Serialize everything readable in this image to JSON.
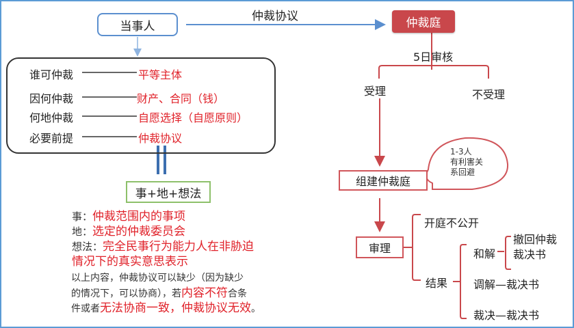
{
  "colors": {
    "frame": "#5b9bd5",
    "party_border": "#5b8fcf",
    "tribunal_fill": "#c9474b",
    "red_text": "#e0222a",
    "red_line": "#c9474b",
    "summary_border": "#8dc06a"
  },
  "left": {
    "party": "当事人",
    "rows": [
      {
        "question": "谁可仲裁",
        "answer": "平等主体"
      },
      {
        "question": "因何仲裁",
        "answer": "财产、合同（钱）"
      },
      {
        "question": "何地仲裁",
        "answer": "自愿选择（自愿原则）"
      },
      {
        "question": "必要前提",
        "answer": "仲裁协议"
      }
    ],
    "summary": "事+地+想法",
    "explanations": [
      {
        "key": "事：",
        "value": "仲裁范围内的事项"
      },
      {
        "key": "地：",
        "value": "选定的仲裁委员会"
      },
      {
        "key": "想法：",
        "value": "完全民事行为能力人在非胁迫"
      }
    ],
    "explanation_cont": "情况下的真实意思表示",
    "note": {
      "line1": "以上内容，仲裁协议可以缺少（因为缺少",
      "line2_a": "的情况下，可以协商），若",
      "line2_red": "内容不符",
      "line2_b": "合条",
      "line3_a": "件或者",
      "line3_red": "无法协商一致，仲裁协议无效",
      "line3_end": "。"
    }
  },
  "connector": {
    "label": "仲裁协议"
  },
  "right": {
    "tribunal": "仲裁庭",
    "review": "5日审核",
    "accept": "受理",
    "reject": "不受理",
    "form_tribunal": "组建仲裁庭",
    "bubble": [
      "1-3人",
      "有利害关",
      "系回避"
    ],
    "trial": "审理",
    "closed_hearing": "开庭不公开",
    "result": "结果",
    "settlement": "和解",
    "settlement_options": [
      "撤回仲裁",
      "裁决书"
    ],
    "mediation": "调解—裁决书",
    "award": "裁决—裁决书"
  }
}
